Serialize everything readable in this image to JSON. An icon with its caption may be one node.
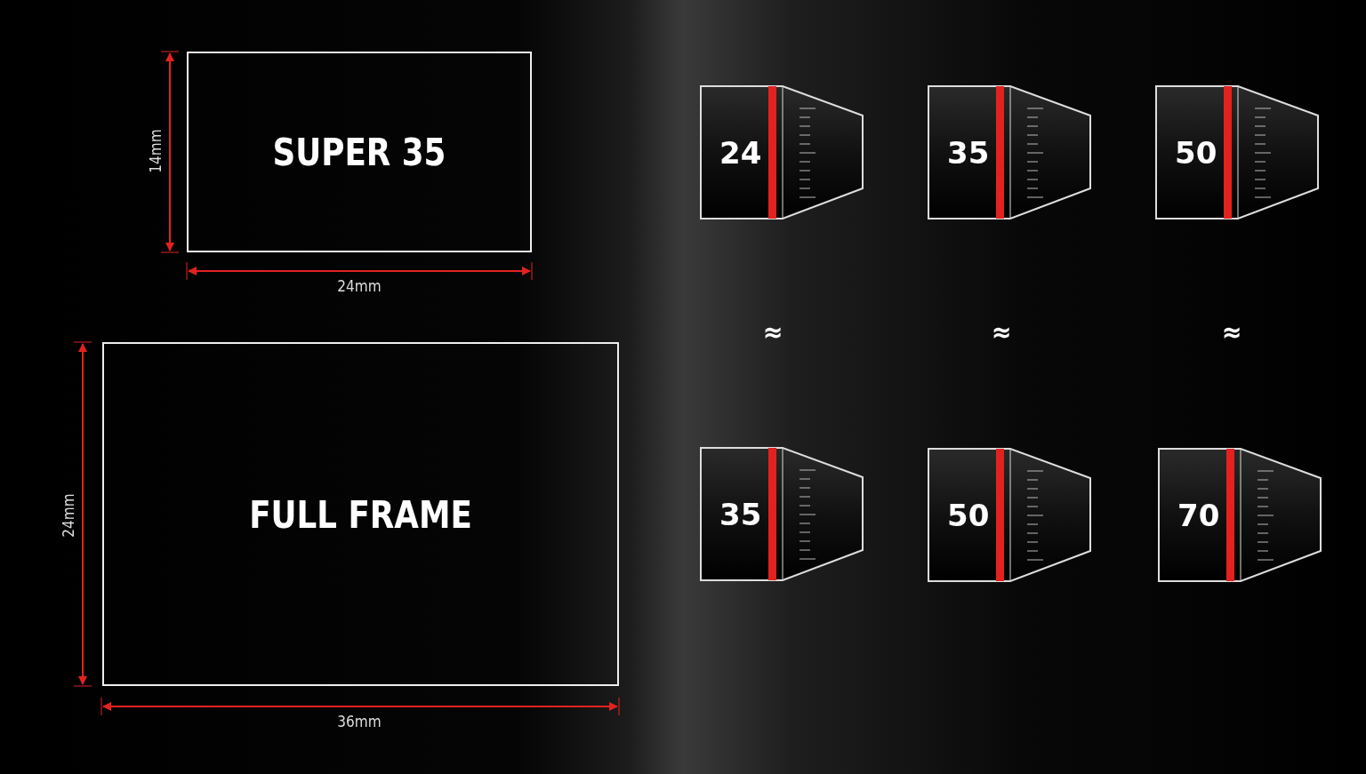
{
  "diagram": {
    "nodes": [
      {
        "text": [
          "SUPER 35"
        ]
      },
      {
        "text": [
          "FULL FRAME"
        ]
      },
      {
        "text": [
          "24"
        ]
      },
      {
        "text": [
          "35"
        ]
      },
      {
        "text": [
          "50"
        ]
      },
      {
        "text": [
          "35"
        ]
      },
      {
        "text": [
          "50"
        ]
      },
      {
        "text": [
          "70"
        ]
      }
    ],
    "edges": [],
    "labels": [
      "14mm",
      "24mm",
      "≈",
      "≈",
      "≈",
      "24mm",
      "36mm"
    ]
  }
}
